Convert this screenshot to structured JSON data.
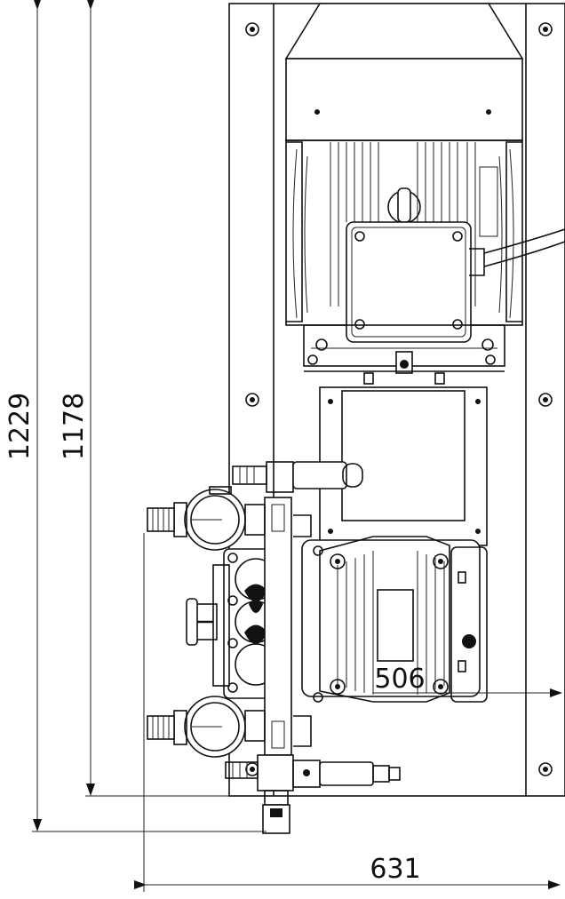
{
  "dimensions": {
    "total_height": "1229",
    "frame_height": "1178",
    "total_width": "631",
    "offset": "506"
  }
}
